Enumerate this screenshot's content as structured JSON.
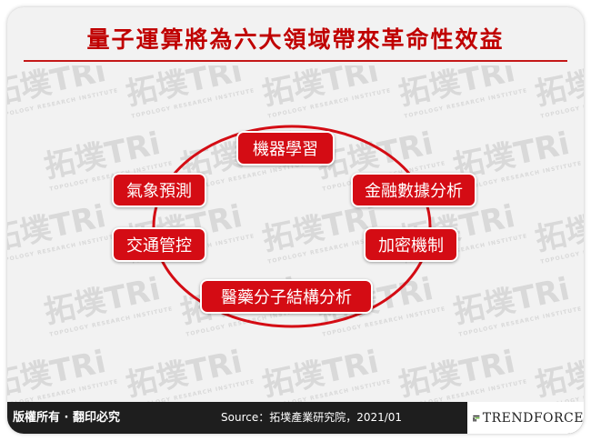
{
  "title": "量子運算將為六大領域帶來革命性效益",
  "watermark": {
    "mark": "拓墣TRi",
    "subtext": "TOPOLOGY RESEARCH INSTITUTE"
  },
  "diagram": {
    "nodes": [
      {
        "id": "ml",
        "label": "機器學習"
      },
      {
        "id": "finance",
        "label": "金融數據分析"
      },
      {
        "id": "crypto",
        "label": "加密機制"
      },
      {
        "id": "pharma",
        "label": "醫藥分子結構分析"
      },
      {
        "id": "traffic",
        "label": "交通管控"
      },
      {
        "id": "weather",
        "label": "氣象預測"
      }
    ]
  },
  "footer": {
    "copyright": "版權所有 · 翻印必究",
    "source": "Source：拓墣產業研究院，2021/01",
    "brand": "TRENDFORCE"
  },
  "colors": {
    "accent": "#c00000",
    "node_fill": "#d40c14",
    "footer_bg": "#1e1e1e",
    "logo_green": "#5aa82e"
  }
}
